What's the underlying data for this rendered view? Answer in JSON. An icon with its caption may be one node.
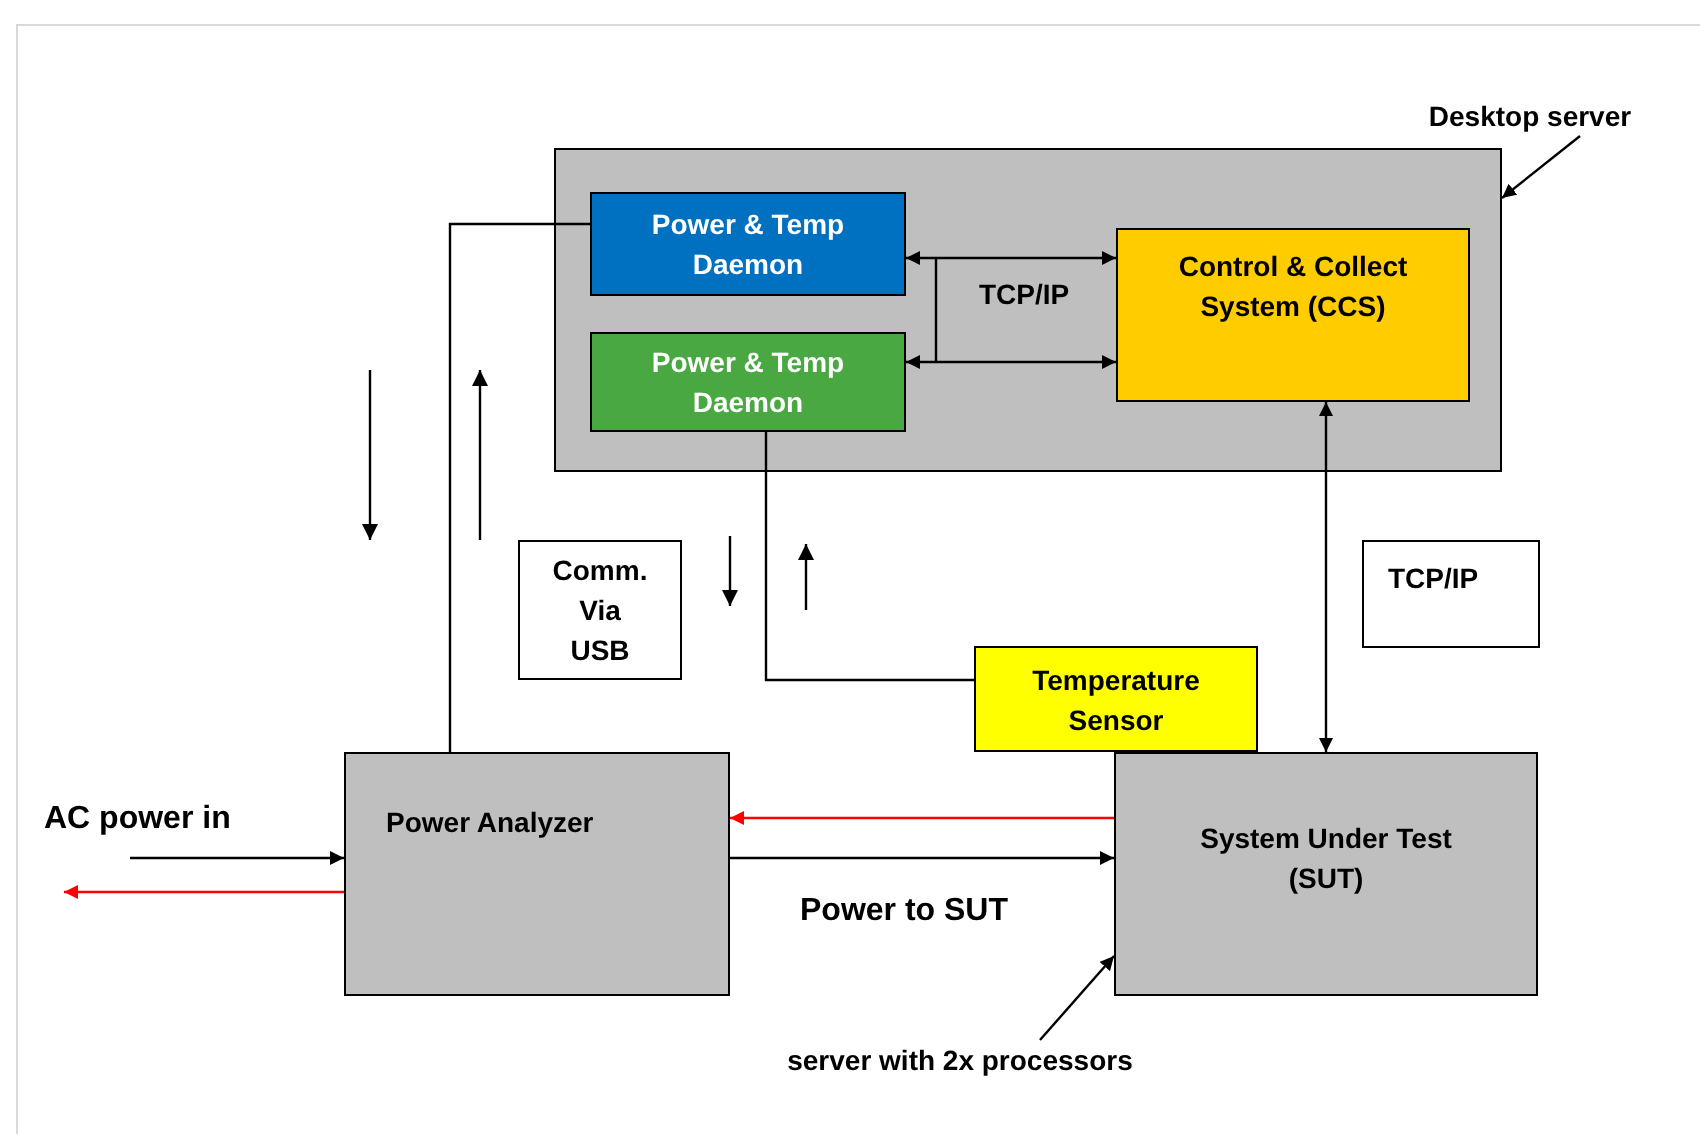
{
  "diagram": {
    "nodes": [
      {
        "text": [],
        "shape": "box"
      },
      {
        "text": [
          "Power & Temp Daemon"
        ],
        "in": 0
      },
      {
        "text": [
          "Power & Temp Daemon"
        ],
        "in": 0
      },
      {
        "text": [
          "Control & Collect System (CCS)"
        ],
        "in": 0
      },
      {
        "text": [
          "Desktop server"
        ]
      },
      {
        "text": [
          "Comm. Via USB"
        ]
      },
      {
        "text": [
          "TCP/IP"
        ]
      },
      {
        "text": [
          "Temperature Sensor"
        ]
      },
      {
        "text": [
          "Power Analyzer"
        ]
      },
      {
        "text": [
          "System Under Test (SUT)"
        ]
      },
      {
        "text": [
          "server with 2x processors"
        ]
      }
    ],
    "edges": [
      {
        "from": 1,
        "to": 3,
        "arrow": "both"
      },
      {
        "from": 2,
        "to": 3,
        "arrow": "both"
      },
      {
        "from": 3,
        "to": 9,
        "arrow": "both"
      },
      {
        "from": 1,
        "to": 8,
        "arrow": "none"
      },
      {
        "from": 2,
        "to": 7,
        "arrow": "none"
      },
      {
        "from": 9,
        "to": 8,
        "arrow": "to",
        "color": "#ff0000"
      },
      {
        "from": 8,
        "to": 9,
        "arrow": "to",
        "label": "Power to SUT"
      },
      {
        "from": null,
        "to": 8,
        "arrow": "to",
        "label": "AC power in"
      },
      {
        "from": 8,
        "to": null,
        "arrow": "to",
        "color": "#ff0000"
      },
      {
        "from": 4,
        "to": 0,
        "arrow": "to"
      },
      {
        "from": 10,
        "to": 9,
        "arrow": "to"
      }
    ],
    "labels": [
      "TCP/IP"
    ]
  }
}
